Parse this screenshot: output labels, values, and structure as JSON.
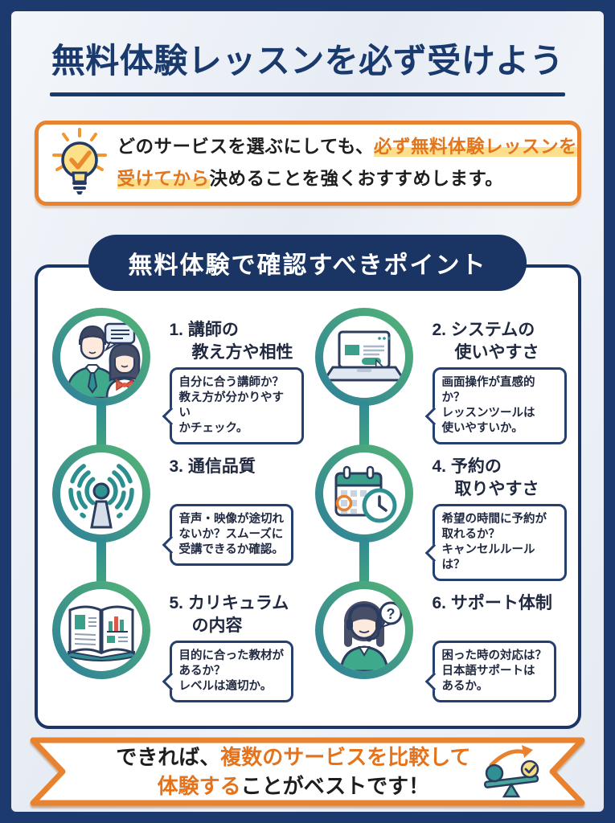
{
  "page": {
    "title": "無料体験レッスンを必ず受けよう"
  },
  "callout": {
    "icon": "lightbulb-check-icon",
    "line1_black": "どのサービスを選ぶにしても、",
    "line1_highlight": "必ず無料体験レッスンを",
    "line2_highlight": "受けてから",
    "line2_black": "決めることを強くおすすめします。"
  },
  "points": {
    "heading": "無料体験で確認すべきポイント",
    "items": [
      {
        "icon": "teacher-student-icon",
        "title_l1": "1. 講師の",
        "title_l2": "教え方や相性",
        "desc": "自分に合う講師か？\n教え方が分かりやすい\nかチェック。"
      },
      {
        "icon": "laptop-system-icon",
        "title_l1": "2. システムの",
        "title_l2": "使いやすさ",
        "desc": "画面操作が直感的か？\nレッスンツールは\n使いやすいか。"
      },
      {
        "icon": "signal-antenna-icon",
        "title_l1": "3. 通信品質",
        "title_l2": "",
        "desc": "音声・映像が途切れ\nないか？スムーズに\n受講できるか確認。"
      },
      {
        "icon": "calendar-clock-icon",
        "title_l1": "4. 予約の",
        "title_l2": "取りやすさ",
        "desc": "希望の時間に予約が\n取れるか？\nキャンセルルールは？"
      },
      {
        "icon": "textbook-icon",
        "title_l1": "5. カリキュラム",
        "title_l2": "の内容",
        "desc": "目的に合った教材が\nあるか？\nレベルは適切か。"
      },
      {
        "icon": "support-operator-icon",
        "title_l1": "6. サポート体制",
        "title_l2": "",
        "desc": "困った時の対応は？\n日本語サポートは\nあるか。"
      }
    ]
  },
  "ribbon": {
    "icon": "balance-scale-icon",
    "line1_black": "できれば、",
    "line1_orange": "複数のサービスを比較して",
    "line2_orange": "体験する",
    "line2_black": "ことがベストです！"
  },
  "colors": {
    "navy": "#1a3564",
    "orange_border": "#e8822e",
    "orange_text": "#e2761e",
    "highlight": "#fbdf8d",
    "teal": "#2f8f92",
    "green": "#55b574"
  }
}
